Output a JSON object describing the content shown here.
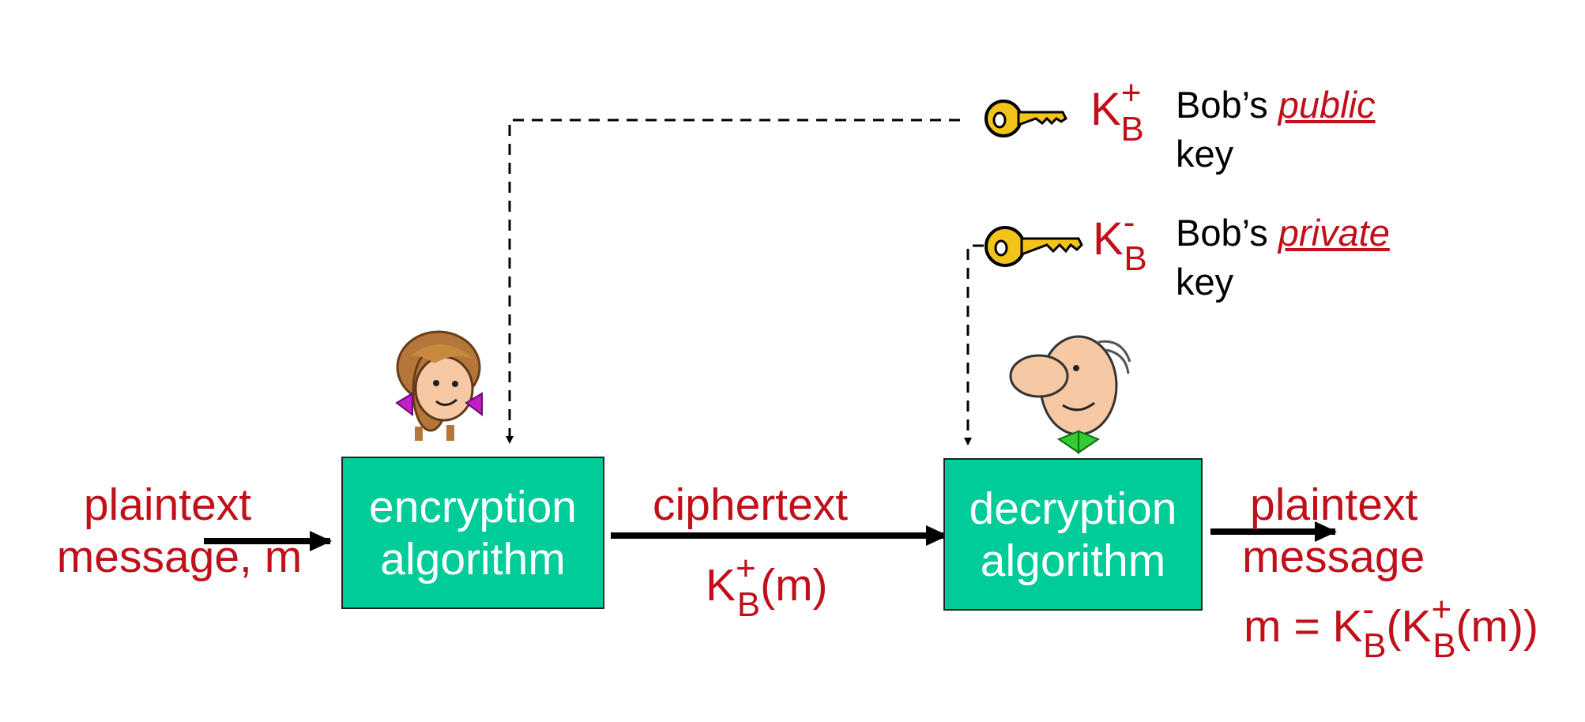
{
  "plaintext_in": {
    "line1": "plaintext",
    "line2": "message, m"
  },
  "encryption_box": {
    "line1": "encryption",
    "line2": "algorithm"
  },
  "ciphertext": {
    "label": "ciphertext",
    "k": "K",
    "sup": "+",
    "sub": "B",
    "tail": "(m)"
  },
  "decryption_box": {
    "line1": "decryption",
    "line2": "algorithm"
  },
  "plaintext_out": {
    "line1": "plaintext",
    "line2": "message",
    "eq_prefix": "m = K",
    "inv_sup": "-",
    "inv_sub": "B",
    "open": "(K",
    "pub_sup": "+",
    "pub_sub": "B",
    "close": "(m))"
  },
  "public_key": {
    "k": "K",
    "sup": "+",
    "sub": "B",
    "desc_prefix": "Bob’s ",
    "desc_emph": "public",
    "desc_suffix": "key"
  },
  "private_key": {
    "k": "K",
    "sup": "-",
    "sub": "B",
    "desc_prefix": "Bob’s ",
    "desc_emph": "private",
    "desc_suffix": "key"
  },
  "colors": {
    "box_fill": "#00cc99",
    "label_red": "#c0101a",
    "text": "#000000",
    "key_gold": "#f2c318"
  }
}
